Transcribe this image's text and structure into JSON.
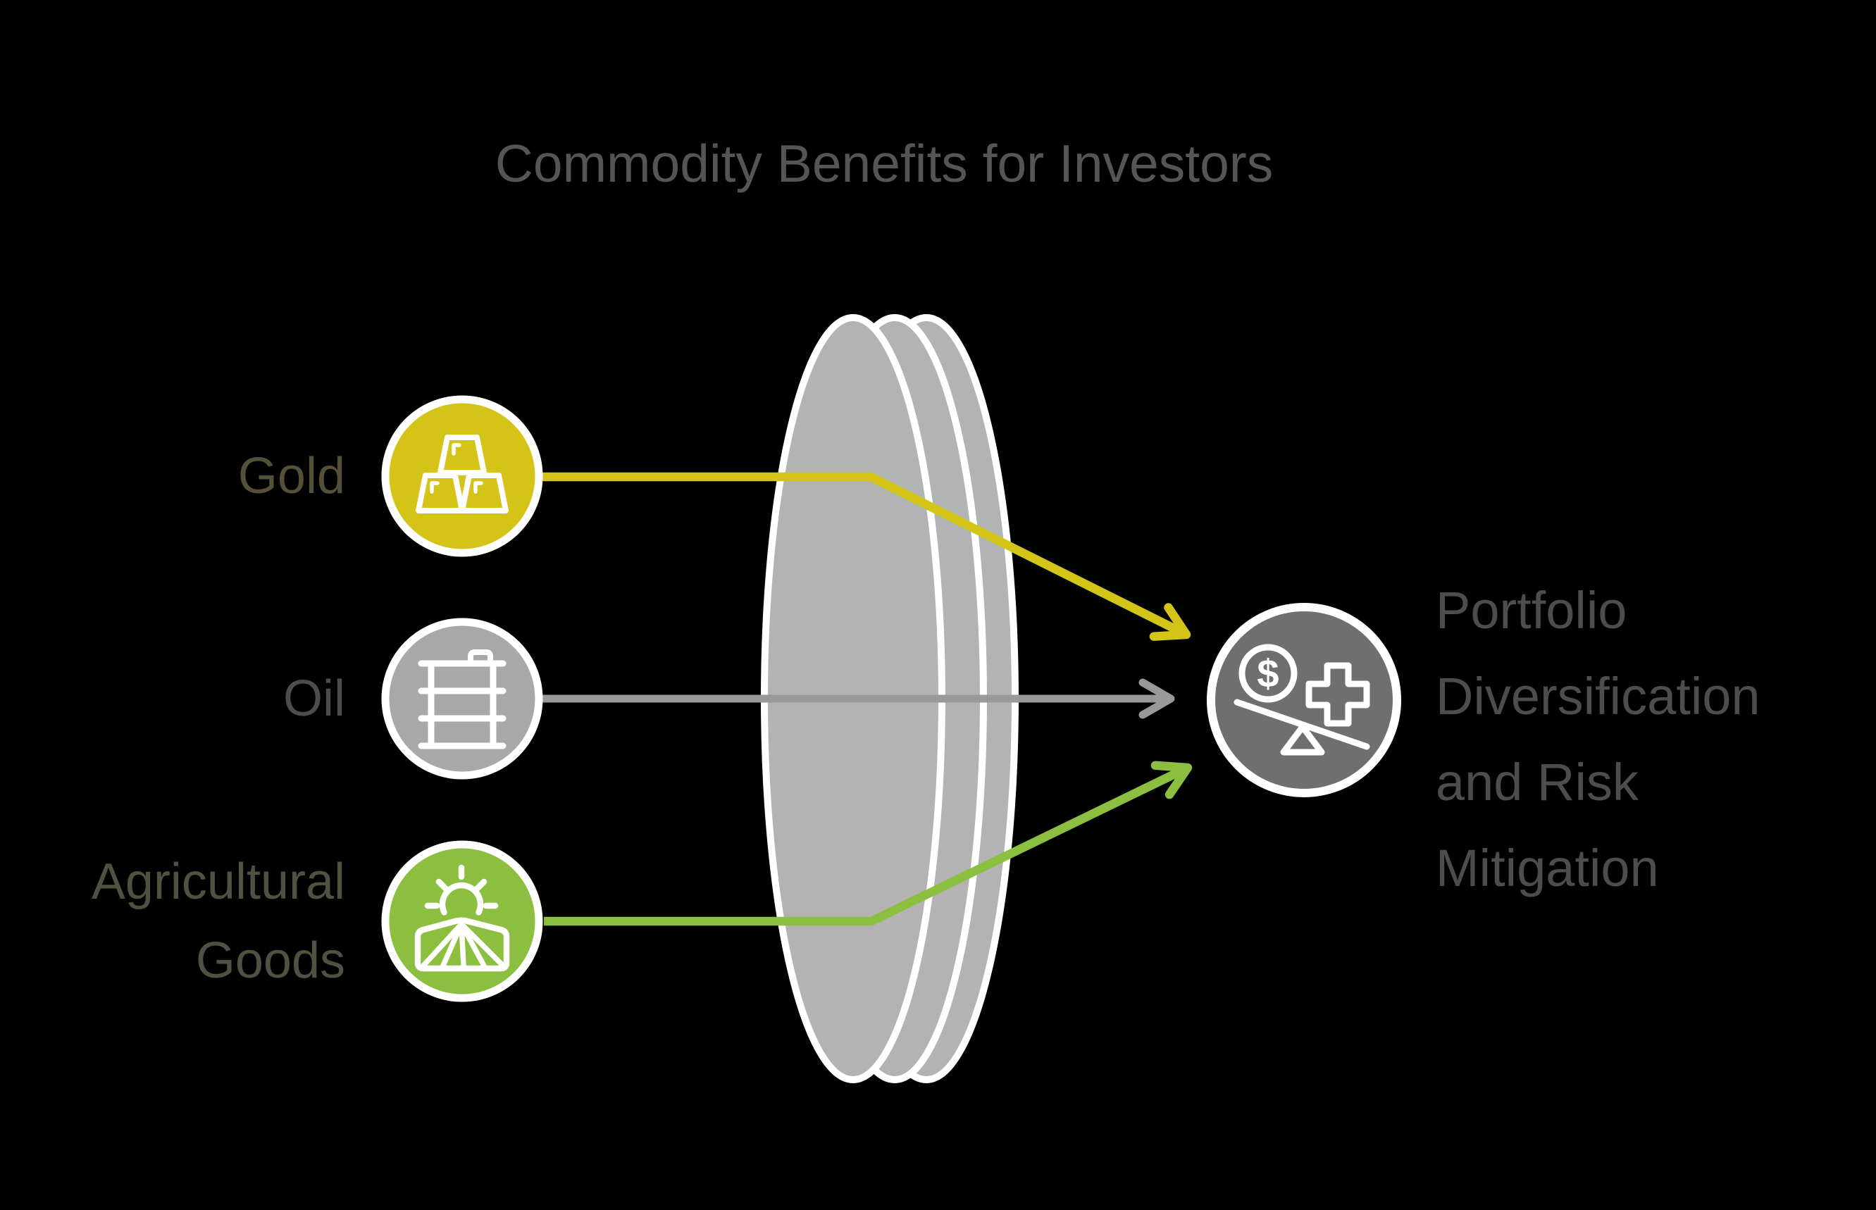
{
  "title": "Commodity Benefits for Investors",
  "title_color": "#555555",
  "background": "#000000",
  "lens": {
    "name": "lens",
    "fill": "#b3b3b3",
    "outline": "#ffffff"
  },
  "nodes": [
    {
      "label": "Gold",
      "color": "#d4c417",
      "arrow_color": "#d4c417",
      "label_color": "#55503a",
      "icon": "gold-bars-icon"
    },
    {
      "label": "Oil",
      "color": "#a8a8a8",
      "arrow_color": "#999999",
      "label_color": "#4d4d4d",
      "icon": "oil-barrel-icon"
    },
    {
      "label": "Agricultural Goods",
      "color": "#8cbf3f",
      "arrow_color": "#8cbf3f",
      "label_color": "#4d5340",
      "icon": "farm-field-sun-icon"
    }
  ],
  "outcome": {
    "label": "Portfolio Diversification and Risk Mitigation",
    "color": "#6f6f6f",
    "label_color": "#4d4d4d",
    "icon": "balance-dollar-plus-icon",
    "dollar_glyph": "$",
    "icon_stroke": "#ffffff"
  }
}
